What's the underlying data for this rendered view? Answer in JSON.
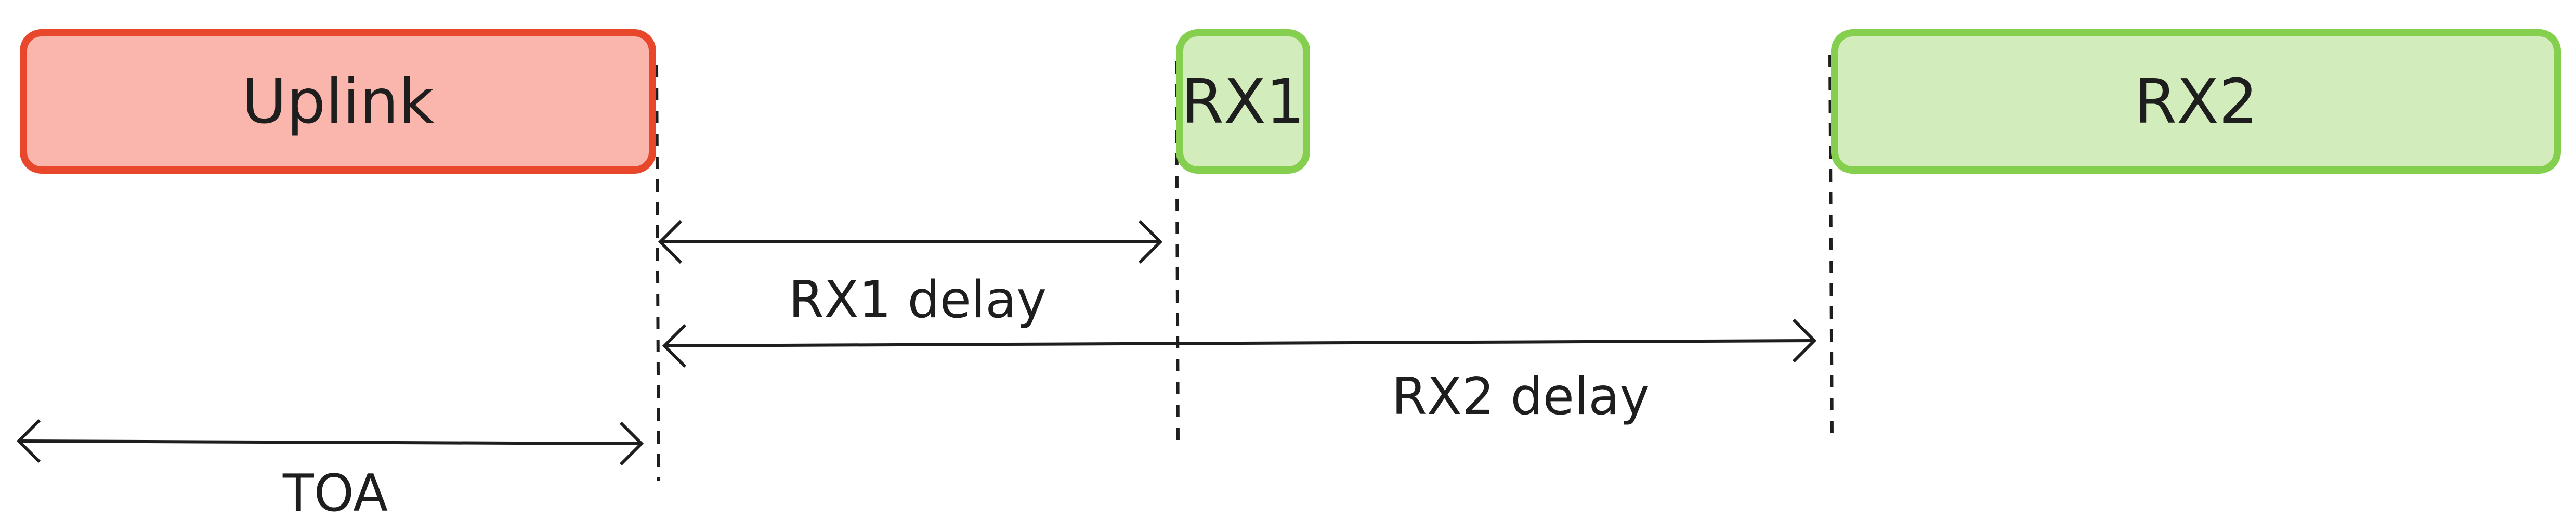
{
  "boxes": {
    "uplink": {
      "label": "Uplink",
      "fill": "#fab6ac",
      "border": "#e8472b"
    },
    "rx1": {
      "label": "RX1",
      "fill": "#d3ecbb",
      "border": "#84cf4d"
    },
    "rx2": {
      "label": "RX2",
      "fill": "#d3ecbb",
      "border": "#84cf4d"
    }
  },
  "arrows": {
    "rx1_delay": "RX1 delay",
    "rx2_delay": "RX2 delay",
    "toa": "TOA"
  },
  "colors": {
    "line": "#1e1e1e"
  }
}
